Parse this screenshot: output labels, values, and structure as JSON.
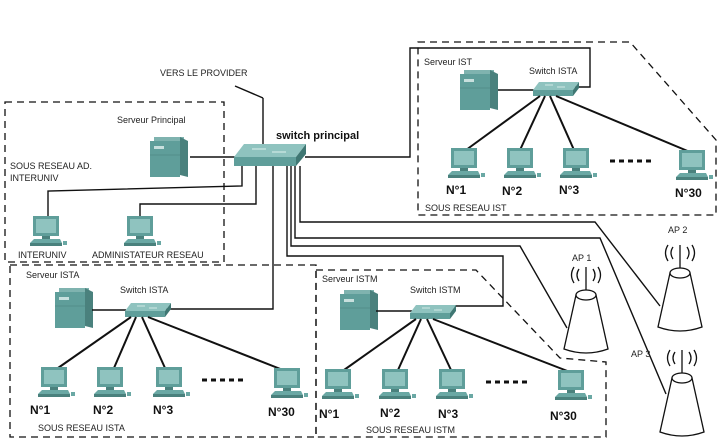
{
  "colors": {
    "device_teal": "#5f9e9a",
    "device_light": "#8fc3bf",
    "device_dark": "#3f7773",
    "line": "#111111"
  },
  "top_link": {
    "label": "VERS LE PROVIDER"
  },
  "main_switch": {
    "label": "switch principal",
    "icon": "switch-icon"
  },
  "admin_zone": {
    "label_line1": "SOUS RESEAU AD.",
    "label_line2": "INTERUNIV",
    "server": {
      "label": "Serveur Principal",
      "icon": "server-icon"
    },
    "pcs": [
      {
        "label": "INTERUNIV",
        "icon": "pc-icon"
      },
      {
        "label": "ADMINISTATEUR RESEAU",
        "icon": "pc-icon"
      }
    ]
  },
  "subnets": [
    {
      "id": "ist",
      "zone_label": "SOUS RESEAU IST",
      "server_label": "Serveur IST",
      "switch_label": "Switch ISTA",
      "pcs": [
        "N°1",
        "N°2",
        "N°3",
        "N°30"
      ]
    },
    {
      "id": "ista",
      "zone_label": "SOUS RESEAU ISTA",
      "server_label": "Serveur ISTA",
      "switch_label": "Switch ISTA",
      "pcs": [
        "N°1",
        "N°2",
        "N°3",
        "N°30"
      ]
    },
    {
      "id": "istm",
      "zone_label": "SOUS RESEAU ISTM",
      "server_label": "Serveur ISTM",
      "switch_label": "Switch ISTM",
      "pcs": [
        "N°1",
        "N°2",
        "N°3",
        "N°30"
      ]
    }
  ],
  "access_points": [
    {
      "label": "AP 1",
      "icon": "access-point-icon"
    },
    {
      "label": "AP 2",
      "icon": "access-point-icon"
    },
    {
      "label": "AP 3",
      "icon": "access-point-icon"
    }
  ]
}
